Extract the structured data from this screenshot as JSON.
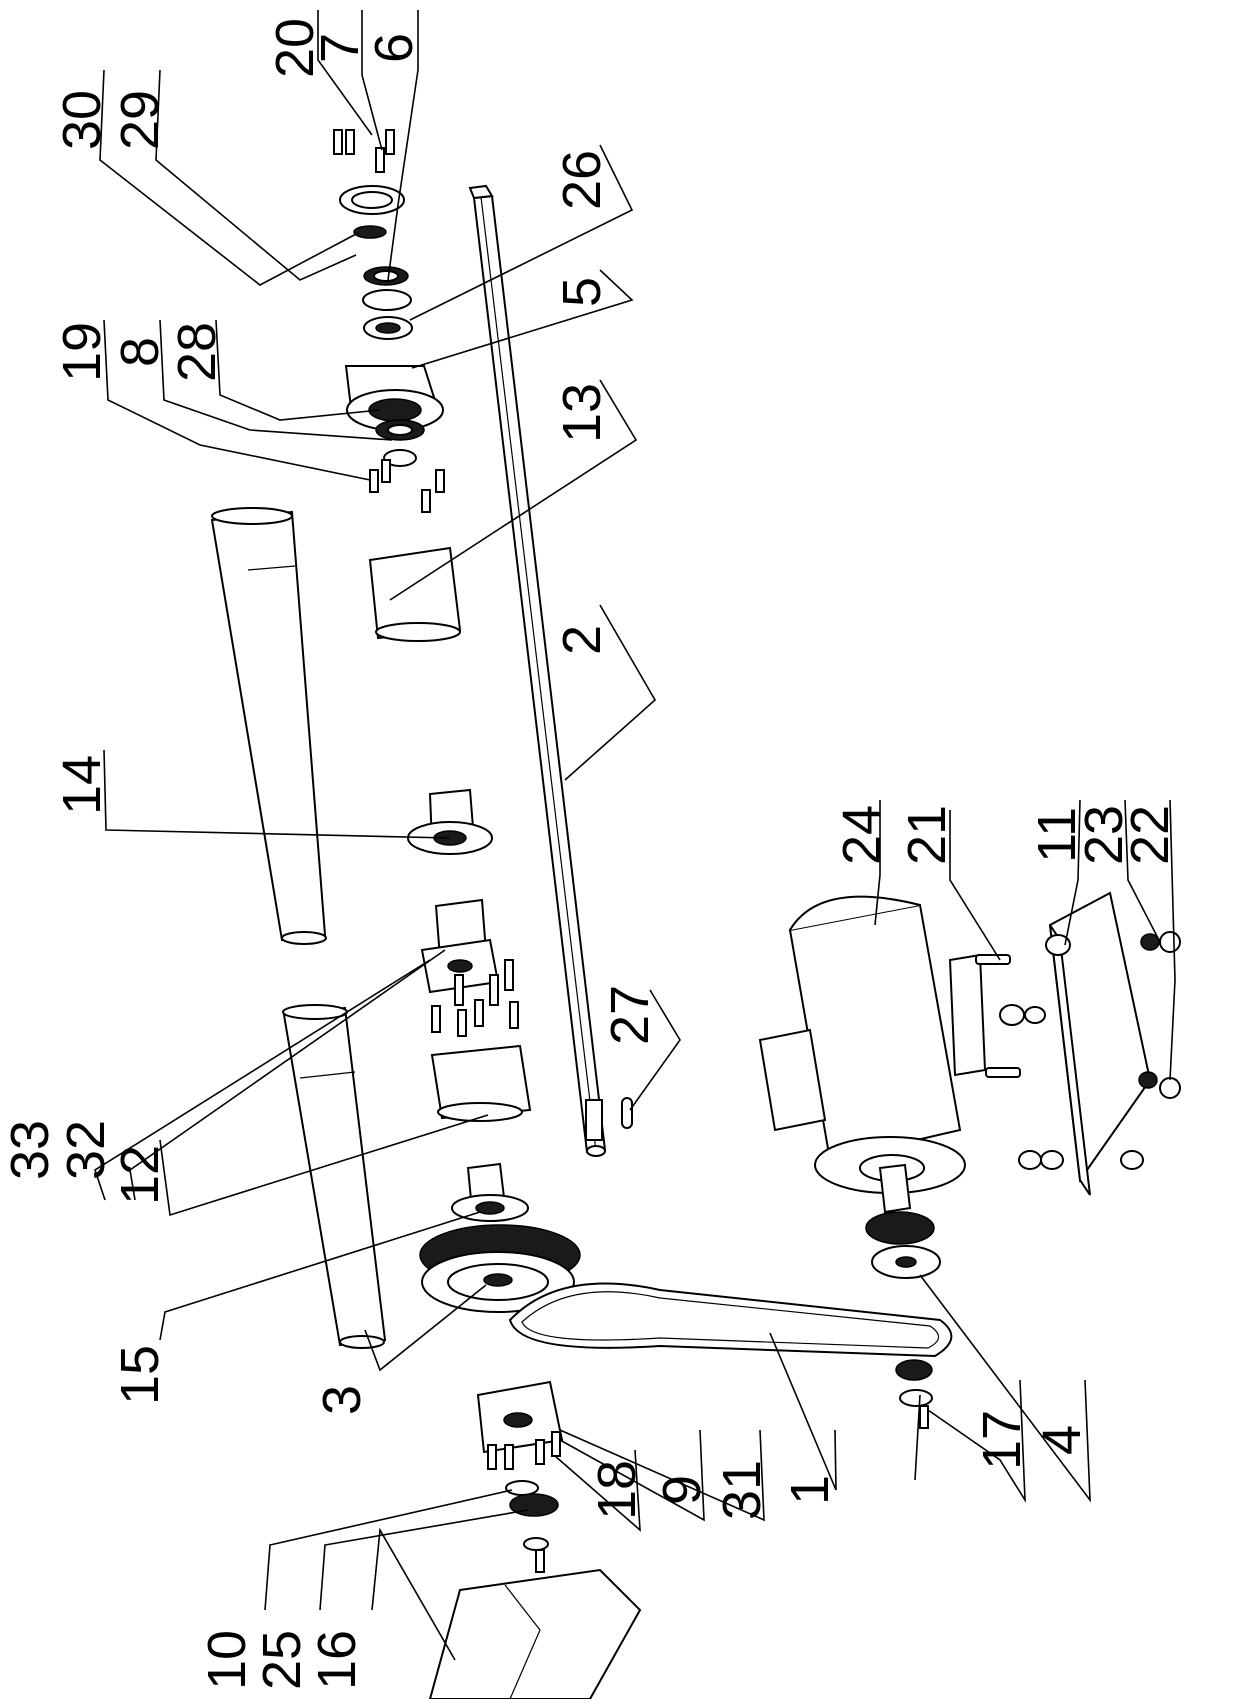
{
  "diagram": {
    "callouts": [
      {
        "id": "c30",
        "text": "30"
      },
      {
        "id": "c29",
        "text": "29"
      },
      {
        "id": "c20",
        "text": "20"
      },
      {
        "id": "c7",
        "text": "7"
      },
      {
        "id": "c6",
        "text": "6"
      },
      {
        "id": "c26",
        "text": "26"
      },
      {
        "id": "c5",
        "text": "5"
      },
      {
        "id": "c19",
        "text": "19"
      },
      {
        "id": "c8",
        "text": "8"
      },
      {
        "id": "c28",
        "text": "28"
      },
      {
        "id": "c13",
        "text": "13"
      },
      {
        "id": "c2",
        "text": "2"
      },
      {
        "id": "c14",
        "text": "14"
      },
      {
        "id": "c24",
        "text": "24"
      },
      {
        "id": "c21",
        "text": "21"
      },
      {
        "id": "c11",
        "text": "11"
      },
      {
        "id": "c23",
        "text": "23"
      },
      {
        "id": "c22",
        "text": "22"
      },
      {
        "id": "c27",
        "text": "27"
      },
      {
        "id": "c33",
        "text": "33"
      },
      {
        "id": "c32",
        "text": "32"
      },
      {
        "id": "c12",
        "text": "12"
      },
      {
        "id": "c15",
        "text": "15"
      },
      {
        "id": "c3",
        "text": "3"
      },
      {
        "id": "c10",
        "text": "10"
      },
      {
        "id": "c25",
        "text": "25"
      },
      {
        "id": "c16",
        "text": "16"
      },
      {
        "id": "c18",
        "text": "18"
      },
      {
        "id": "c9",
        "text": "9"
      },
      {
        "id": "c31",
        "text": "31"
      },
      {
        "id": "c1",
        "text": "1"
      },
      {
        "id": "c17",
        "text": "17"
      },
      {
        "id": "c4",
        "text": "4"
      }
    ]
  }
}
